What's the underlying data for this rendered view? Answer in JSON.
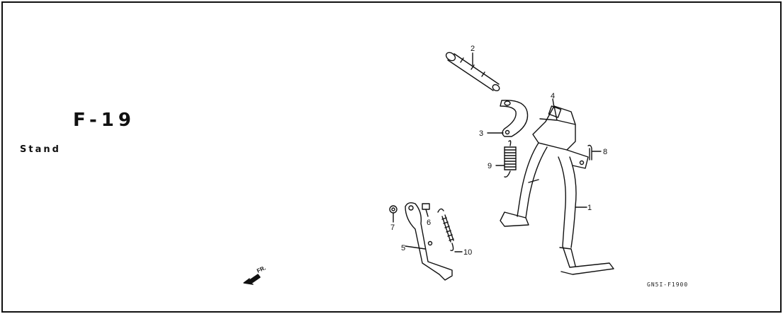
{
  "diagram": {
    "code": "F-19",
    "title": "Stand",
    "reference": "GN5I-F1900",
    "direction_label": "FR.",
    "callouts": [
      "1",
      "2",
      "3",
      "4",
      "5",
      "6",
      "7",
      "8",
      "9",
      "10"
    ],
    "parts": [
      "main-stand",
      "pivot-shaft",
      "stop-plate",
      "stand-bracket",
      "side-stand",
      "bolt",
      "nut",
      "cotter-pin",
      "main-stand-spring",
      "side-stand-spring"
    ]
  }
}
